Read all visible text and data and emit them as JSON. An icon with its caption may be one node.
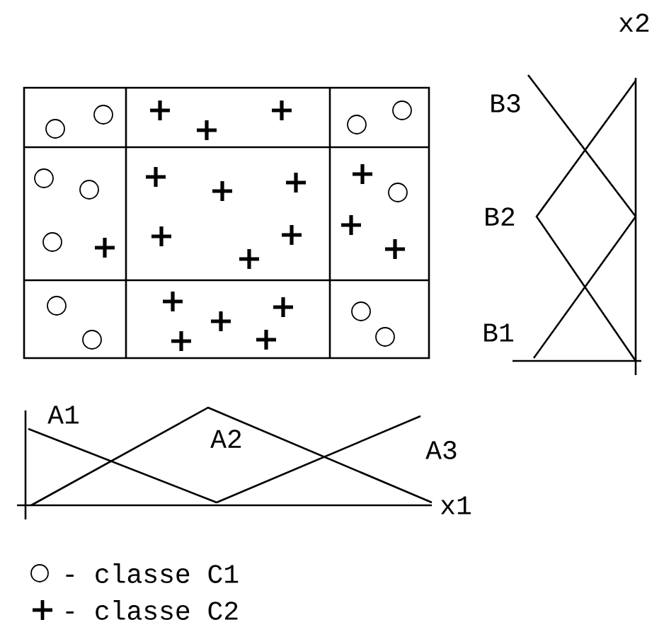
{
  "diagram": {
    "labels": [
      "x2",
      "B3",
      "B2",
      "B1",
      "A1",
      "A2",
      "A3",
      "x1"
    ],
    "legend": [
      {
        "text": "- classe C1"
      },
      {
        "text": "- classe C2"
      }
    ]
  }
}
